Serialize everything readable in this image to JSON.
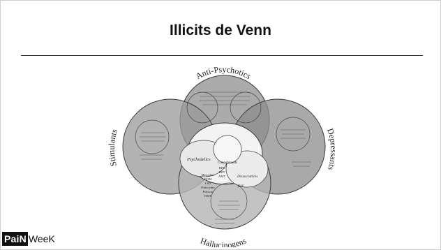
{
  "slide": {
    "title": "Illicits de Venn"
  },
  "venn": {
    "labels": {
      "top": "Anti-Psychotics",
      "left": "Stimulants",
      "right": "Depressants",
      "bottom": "Hallucinogens"
    },
    "center_labels": {
      "psychedelics": "Psychedelics",
      "cannabinoids": "Cannabinoids",
      "dissociatives": "Dissociatives",
      "thc": "THC"
    },
    "hallucinogen_items": [
      "Mescaline",
      "DOM",
      "LSD",
      "Psilocybin",
      "Psilocin",
      "DMT"
    ],
    "hallucinogen_items_2": [
      "DPT",
      "DET",
      "AMT"
    ],
    "colors": {
      "circle_fill": "#8a8a8a",
      "center_fill": "#f2f2f2",
      "stroke": "#3a3a3a"
    }
  },
  "logo": {
    "part1": "PaiN",
    "part2": "WeeK"
  }
}
